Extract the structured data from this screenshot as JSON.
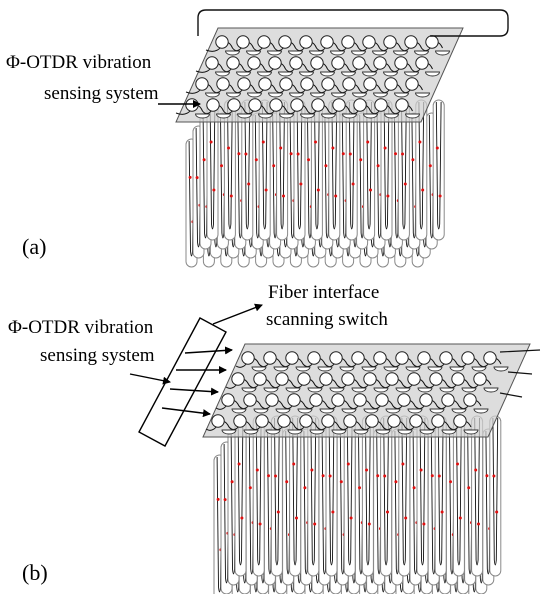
{
  "panel_a": {
    "label": "(a)",
    "system_label_line1": "Φ-OTDR vibration",
    "system_label_line2": "sensing system"
  },
  "panel_b": {
    "label": "(b)",
    "system_label_line1": "Φ-OTDR vibration",
    "system_label_line2": "sensing system",
    "switch_label_line1": "Fiber interface",
    "switch_label_line2": "scanning switch"
  },
  "colors": {
    "plate": "#d0d0d0",
    "tube": "#8a8a8a",
    "fiber": "#111111",
    "sensor_marker": "#e01010"
  }
}
